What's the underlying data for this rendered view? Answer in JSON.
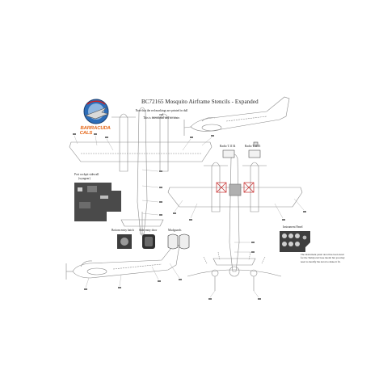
{
  "sheet": {
    "title": "BC72165 Mosquito Airframe Stencils - Expanded",
    "note_line1": "Note that the red markings are printed in dull red.",
    "note_line2": "This is intentional and accurate.",
    "brand_text": "BARRACUDA CALS",
    "labels": {
      "radio1": "Radio T.1154",
      "radio2": "Radio T.1155",
      "port_cockpit": "Port cockpit sidewall",
      "port_cockpit_sub": "(wyngear)",
      "bottom_hatch": "Bottom entry hatch",
      "side_door": "Side entry door",
      "mudguards": "Mudguards",
      "instrument_panel": "Instrument Panel"
    },
    "instrument_note": "The instrument panel decal has been sized for the Tamiya kit base model but you may need to modify the decal to make it fit."
  },
  "colors": {
    "line": "#8a8a8a",
    "dark": "#555555",
    "callout": "#6e6e6e",
    "stencil_red": "#c62828",
    "panel": "#4a4a4a",
    "brand_orange": "#e56b1f",
    "logo_blue": "#1f5fa8"
  }
}
